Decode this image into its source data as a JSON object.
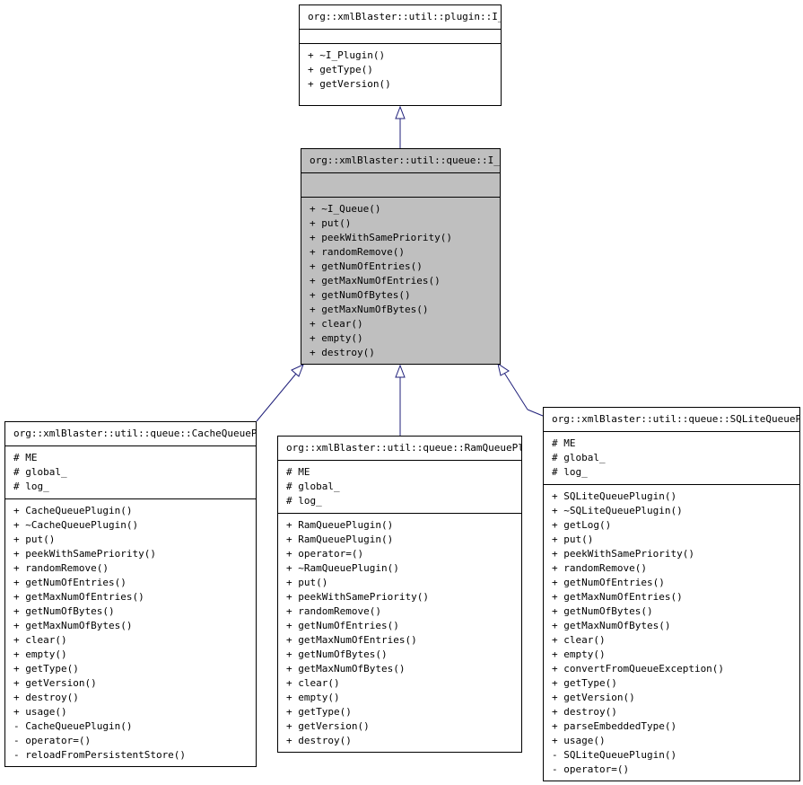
{
  "classes": {
    "iplugin": {
      "name": "org::xmlBlaster::util::plugin::I_Plugin",
      "attributes": [],
      "methods": [
        "+ ~I_Plugin()",
        "+ getType()",
        "+ getVersion()"
      ]
    },
    "iqueue": {
      "name": "org::xmlBlaster::util::queue::I_Queue",
      "attributes": [],
      "methods": [
        "+ ~I_Queue()",
        "+ put()",
        "+ peekWithSamePriority()",
        "+ randomRemove()",
        "+ getNumOfEntries()",
        "+ getMaxNumOfEntries()",
        "+ getNumOfBytes()",
        "+ getMaxNumOfBytes()",
        "+ clear()",
        "+ empty()",
        "+ destroy()"
      ]
    },
    "cache": {
      "name": "org::xmlBlaster::util::queue::CacheQueuePlugin",
      "attributes": [
        "# ME",
        "# global_",
        "# log_"
      ],
      "methods": [
        "+ CacheQueuePlugin()",
        "+ ~CacheQueuePlugin()",
        "+ put()",
        "+ peekWithSamePriority()",
        "+ randomRemove()",
        "+ getNumOfEntries()",
        "+ getMaxNumOfEntries()",
        "+ getNumOfBytes()",
        "+ getMaxNumOfBytes()",
        "+ clear()",
        "+ empty()",
        "+ getType()",
        "+ getVersion()",
        "+ destroy()",
        "+ usage()",
        "- CacheQueuePlugin()",
        "- operator=()",
        "- reloadFromPersistentStore()"
      ]
    },
    "ram": {
      "name": "org::xmlBlaster::util::queue::RamQueuePlugin",
      "attributes": [
        "# ME",
        "# global_",
        "# log_"
      ],
      "methods": [
        "+ RamQueuePlugin()",
        "+ RamQueuePlugin()",
        "+ operator=()",
        "+ ~RamQueuePlugin()",
        "+ put()",
        "+ peekWithSamePriority()",
        "+ randomRemove()",
        "+ getNumOfEntries()",
        "+ getMaxNumOfEntries()",
        "+ getNumOfBytes()",
        "+ getMaxNumOfBytes()",
        "+ clear()",
        "+ empty()",
        "+ getType()",
        "+ getVersion()",
        "+ destroy()"
      ]
    },
    "sqlite": {
      "name": "org::xmlBlaster::util::queue::SQLiteQueuePlugin",
      "attributes": [
        "# ME",
        "# global_",
        "# log_"
      ],
      "methods": [
        "+ SQLiteQueuePlugin()",
        "+ ~SQLiteQueuePlugin()",
        "+ getLog()",
        "+ put()",
        "+ peekWithSamePriority()",
        "+ randomRemove()",
        "+ getNumOfEntries()",
        "+ getMaxNumOfEntries()",
        "+ getNumOfBytes()",
        "+ getMaxNumOfBytes()",
        "+ clear()",
        "+ empty()",
        "+ convertFromQueueException()",
        "+ getType()",
        "+ getVersion()",
        "+ destroy()",
        "+ parseEmbeddedType()",
        "+ usage()",
        "- SQLiteQueuePlugin()",
        "- operator=()"
      ]
    }
  },
  "colors": {
    "focus_fill": "#bfbfbf",
    "edge": "#1f1f7a"
  }
}
